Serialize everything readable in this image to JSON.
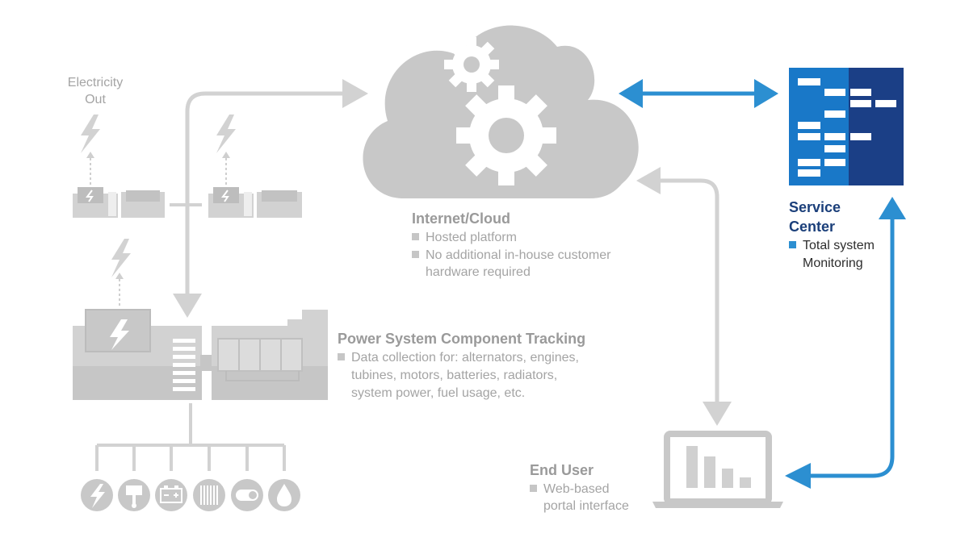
{
  "labels": {
    "electricity_out": [
      "Electricity",
      "Out"
    ],
    "cloud": {
      "title": "Internet/Cloud",
      "bullet1": "Hosted platform",
      "bullet2_lines": [
        "No additional in-house customer",
        "hardware required"
      ]
    },
    "service_center": {
      "title_lines": [
        "Service",
        "Center"
      ],
      "bullet_lines": [
        "Total system",
        "Monitoring"
      ]
    },
    "power_tracking": {
      "title": "Power System Component Tracking",
      "bullet_lines": [
        "Data collection for: alternators, engines,",
        "tubines, motors, batteries, radiators,",
        "system power, fuel usage, etc."
      ]
    },
    "end_user": {
      "title": "End User",
      "bullet_lines": [
        "Web-based",
        "portal interface"
      ]
    }
  },
  "colors": {
    "gray_light": "#d2d2d2",
    "gray_mid": "#c2c2c2",
    "gray_dark": "#a8a8a8",
    "blue_arrow": "#2c8fd1",
    "blue_panel": "#1978c8",
    "blue_dark": "#1b3f86"
  },
  "icons": [
    "lightning-icon",
    "piston-icon",
    "battery-icon",
    "radiator-icon",
    "switch-icon",
    "fuel-drop-icon"
  ]
}
